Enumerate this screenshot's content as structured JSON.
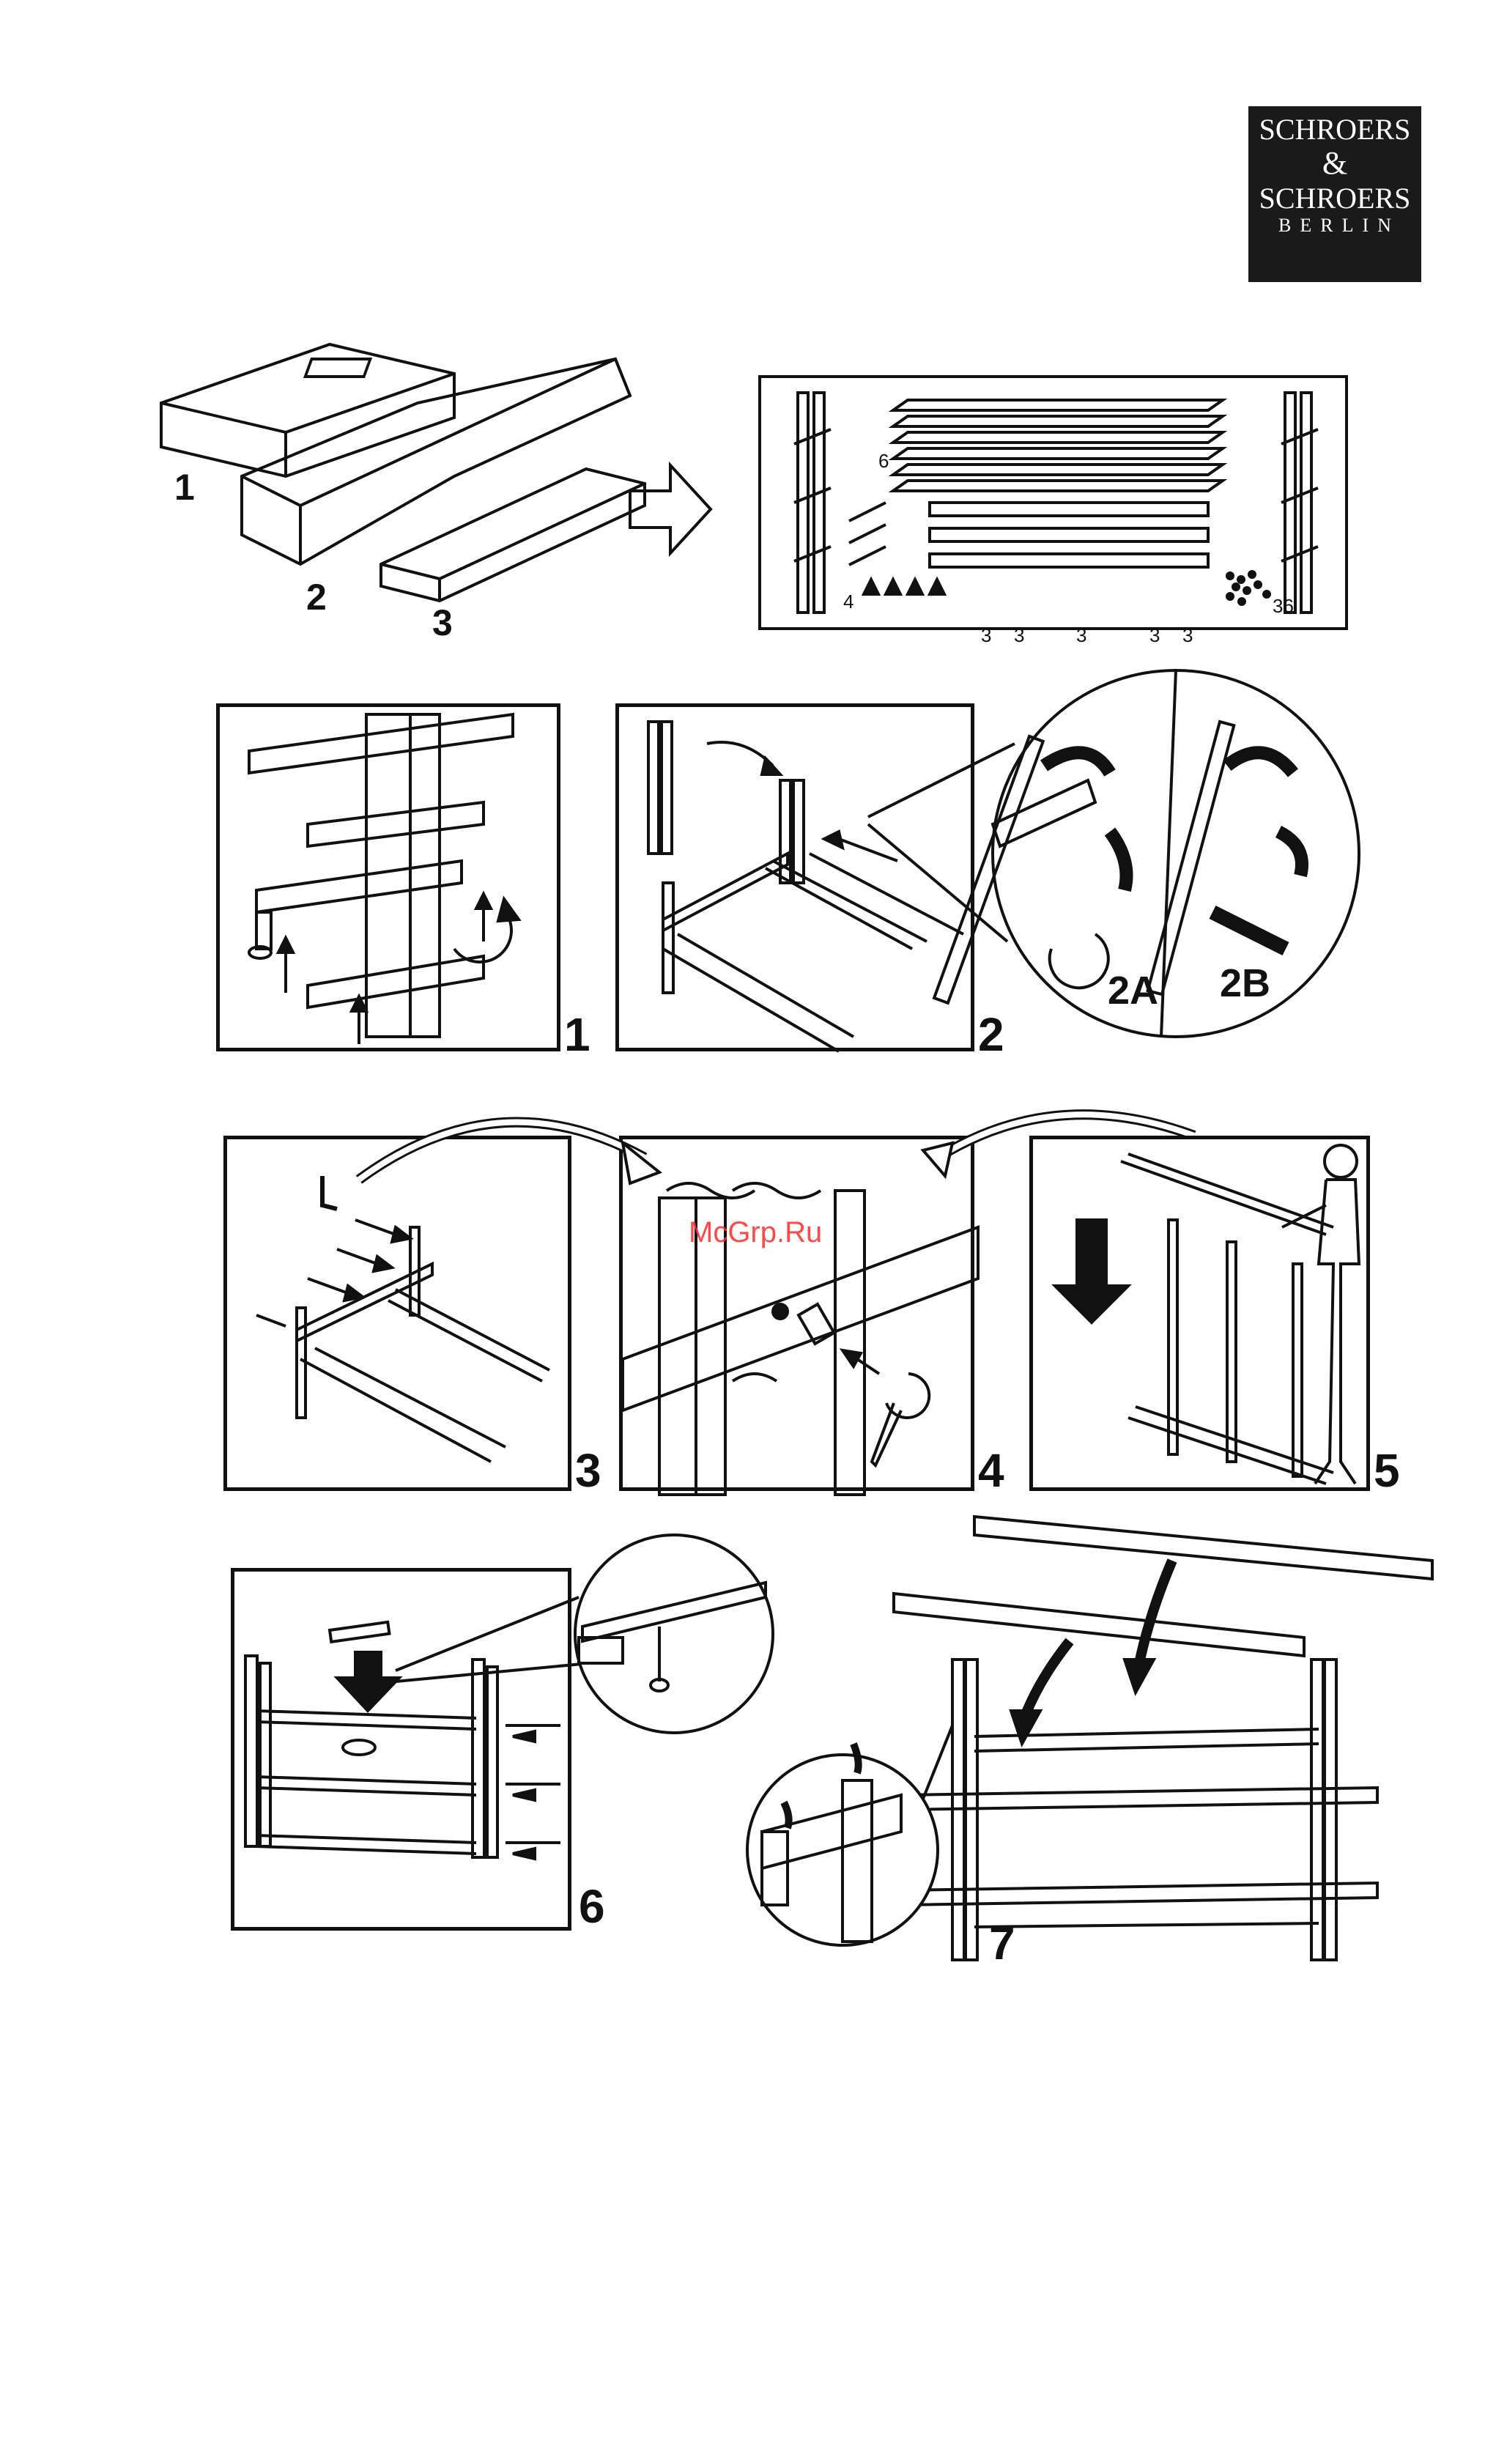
{
  "brand": {
    "line1": "SCHROERS",
    "line2": "&",
    "line3": "SCHROERS",
    "line4": "BERLIN"
  },
  "watermark": "McGrp.Ru",
  "packages": {
    "labels": [
      "1",
      "2",
      "3"
    ]
  },
  "parts": {
    "shelf_count": "6",
    "foot_count": "4",
    "screw_counts": [
      "3",
      "3",
      "3",
      "3",
      "3"
    ],
    "small_parts_count": "36"
  },
  "steps": {
    "step1": "1",
    "step2": "2",
    "step2a": "2A",
    "step2b": "2B",
    "step3": "3",
    "step4": "4",
    "step5": "5",
    "step6": "6",
    "step7": "7"
  }
}
